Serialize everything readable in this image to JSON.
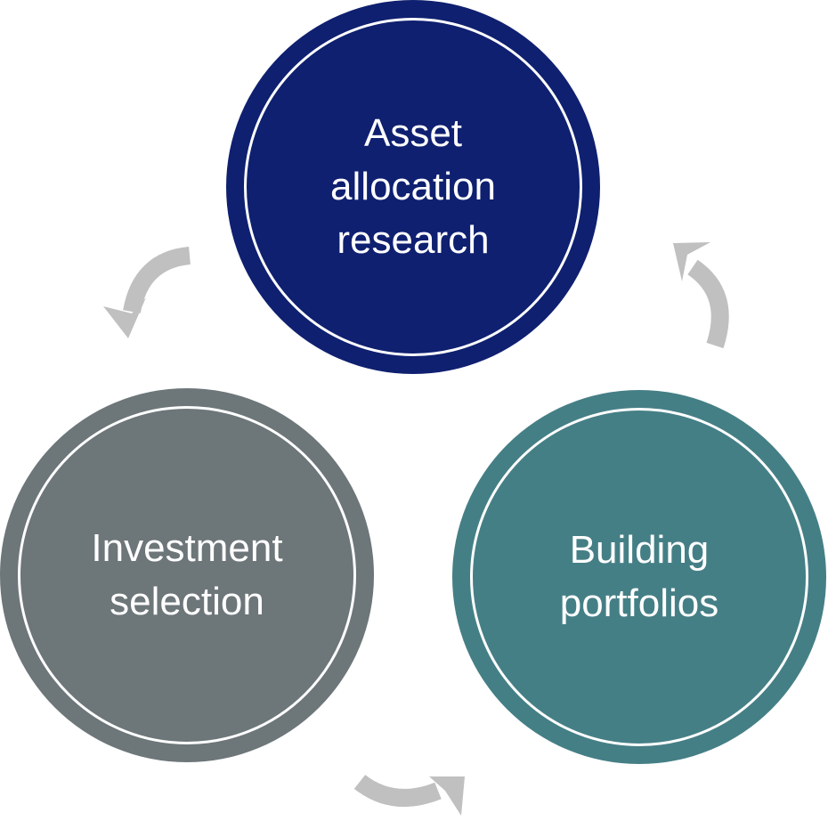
{
  "nodes": [
    {
      "label": "Asset\nallocation\nresearch",
      "color": "#0f2070"
    },
    {
      "label": "Investment\nselection",
      "color": "#6d7679"
    },
    {
      "label": "Building\nportfolios",
      "color": "#457f86"
    }
  ],
  "arrow_color": "#c0c0c0"
}
